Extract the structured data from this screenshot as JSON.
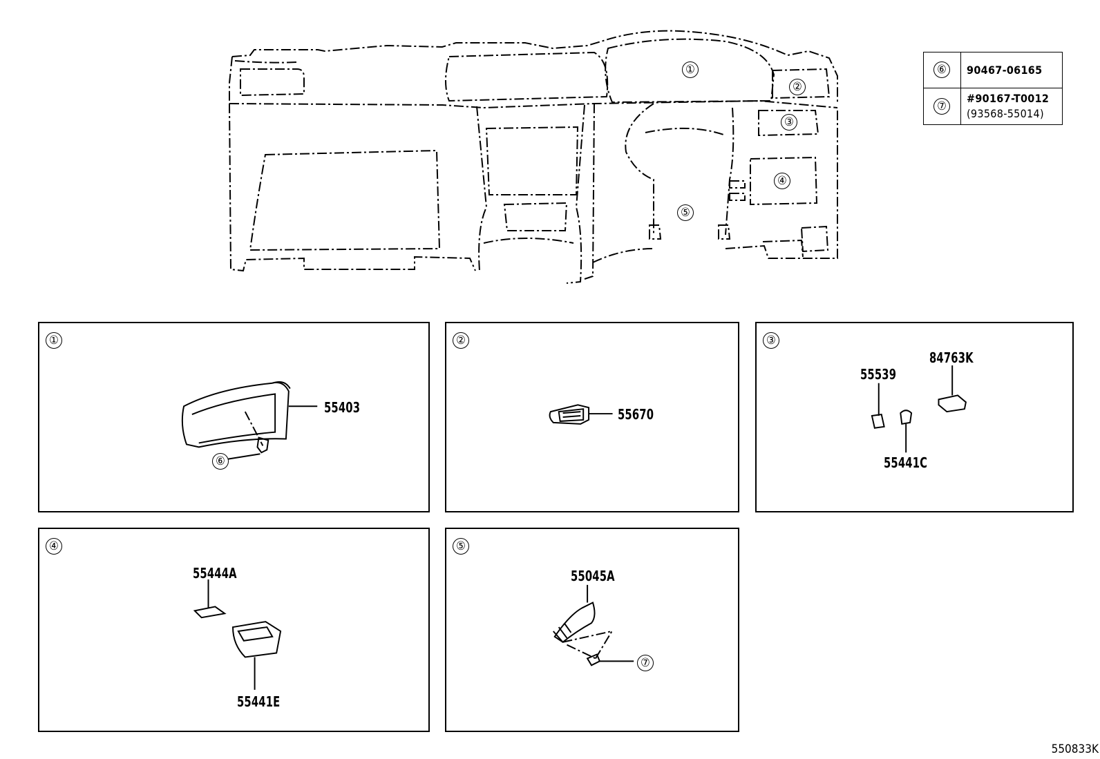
{
  "overview": {
    "callouts": [
      "①",
      "②",
      "③",
      "④",
      "⑤"
    ]
  },
  "reference_table": {
    "rows": [
      {
        "key": "⑥",
        "value_lines": [
          "90467-06165"
        ]
      },
      {
        "key": "⑦",
        "value_lines": [
          "#90167-T0012",
          "(93568-55014)"
        ]
      }
    ]
  },
  "panels": [
    {
      "number": "①",
      "parts": [
        "55403"
      ],
      "fastener_callout": "⑥"
    },
    {
      "number": "②",
      "parts": [
        "55670"
      ]
    },
    {
      "number": "③",
      "parts": [
        "84763K",
        "55539",
        "55441C"
      ]
    },
    {
      "number": "④",
      "parts": [
        "55444A",
        "55441E"
      ]
    },
    {
      "number": "⑤",
      "parts": [
        "55045A"
      ],
      "fastener_callout": "⑦"
    }
  ],
  "drawing_number": "550833K"
}
